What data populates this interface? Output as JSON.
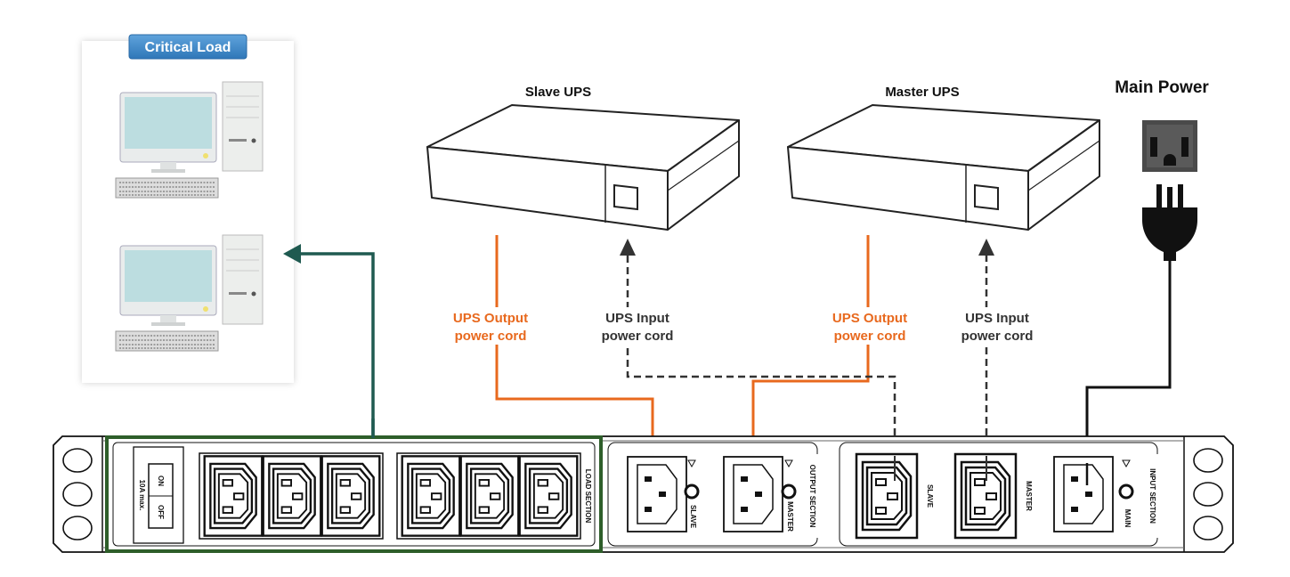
{
  "critical_load": {
    "label": "Critical Load"
  },
  "slave_ups": {
    "label": "Slave UPS"
  },
  "master_ups": {
    "label": "Master UPS"
  },
  "main_power": {
    "label": "Main Power"
  },
  "cords": {
    "slave_output": {
      "line1": "UPS Output",
      "line2": "power cord"
    },
    "slave_input": {
      "line1": "UPS Input",
      "line2": "power cord"
    },
    "master_output": {
      "line1": "UPS Output",
      "line2": "power cord"
    },
    "master_input": {
      "line1": "UPS Input",
      "line2": "power cord"
    }
  },
  "pdu": {
    "breaker_rating": "10A max.",
    "switch_on": "ON",
    "switch_off": "OFF",
    "load_section": "LOAD SECTION",
    "output_section": "OUTPUT SECTION",
    "input_section": "INPUT SECTION",
    "output_slave": "SLAVE",
    "output_master": "MASTER",
    "input_slave": "SLAVE",
    "input_master": "MASTER",
    "input_main": "MAIN"
  },
  "colors": {
    "output_cord": "#e8691e",
    "load_cord": "#1f5a50",
    "badge": "#3d86c6",
    "load_section_border": "#2e5e2a"
  }
}
